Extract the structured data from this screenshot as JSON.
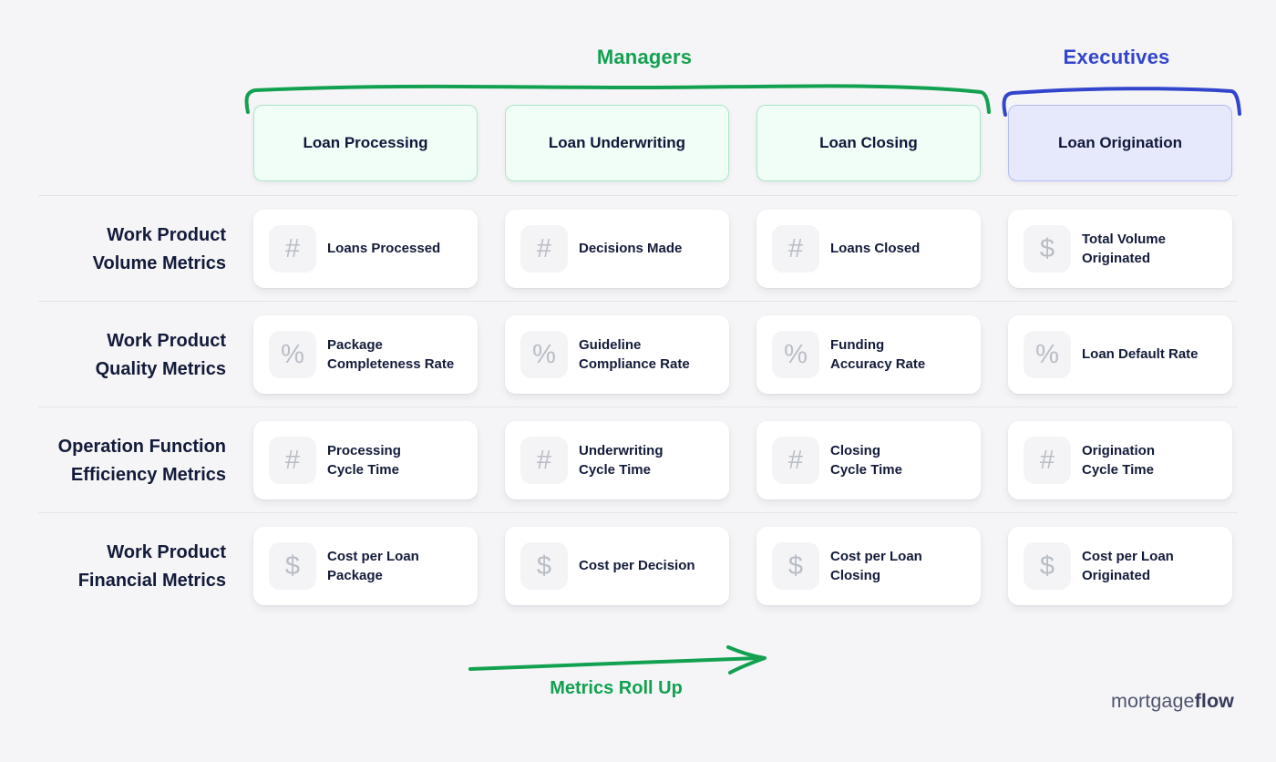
{
  "header": {
    "managers_label": "Managers",
    "executives_label": "Executives"
  },
  "columns": [
    {
      "label": "Loan Processing"
    },
    {
      "label": "Loan Underwriting"
    },
    {
      "label": "Loan Closing"
    },
    {
      "label": "Loan Origination"
    }
  ],
  "rows": [
    {
      "label": "Work Product\nVolume Metrics",
      "cards": [
        {
          "icon": "hash-icon",
          "glyph": "#",
          "label": "Loans Processed"
        },
        {
          "icon": "hash-icon",
          "glyph": "#",
          "label": "Decisions Made"
        },
        {
          "icon": "hash-icon",
          "glyph": "#",
          "label": "Loans Closed"
        },
        {
          "icon": "dollar-icon",
          "glyph": "$",
          "label": "Total Volume\nOriginated"
        }
      ]
    },
    {
      "label": "Work Product\nQuality Metrics",
      "cards": [
        {
          "icon": "percent-icon",
          "glyph": "%",
          "label": "Package\nCompleteness Rate"
        },
        {
          "icon": "percent-icon",
          "glyph": "%",
          "label": "Guideline\nCompliance Rate"
        },
        {
          "icon": "percent-icon",
          "glyph": "%",
          "label": "Funding\nAccuracy Rate"
        },
        {
          "icon": "percent-icon",
          "glyph": "%",
          "label": "Loan Default Rate"
        }
      ]
    },
    {
      "label": "Operation Function\nEfficiency Metrics",
      "cards": [
        {
          "icon": "hash-icon",
          "glyph": "#",
          "label": "Processing\nCycle Time"
        },
        {
          "icon": "hash-icon",
          "glyph": "#",
          "label": "Underwriting\nCycle Time"
        },
        {
          "icon": "hash-icon",
          "glyph": "#",
          "label": "Closing\nCycle Time"
        },
        {
          "icon": "hash-icon",
          "glyph": "#",
          "label": "Origination\nCycle Time"
        }
      ]
    },
    {
      "label": "Work Product\nFinancial Metrics",
      "cards": [
        {
          "icon": "dollar-icon",
          "glyph": "$",
          "label": "Cost per Loan\nPackage"
        },
        {
          "icon": "dollar-icon",
          "glyph": "$",
          "label": "Cost per Decision"
        },
        {
          "icon": "dollar-icon",
          "glyph": "$",
          "label": "Cost per Loan\nClosing"
        },
        {
          "icon": "dollar-icon",
          "glyph": "$",
          "label": "Cost per Loan\nOriginated"
        }
      ]
    }
  ],
  "footer": {
    "arrow_label": "Metrics Roll Up"
  },
  "brand": {
    "name_regular": "mortgage",
    "name_bold": "flow"
  },
  "colors": {
    "green_accent": "#12a150",
    "blue_accent": "#3345cc",
    "mint_fill": "#f1fdf7",
    "mint_border": "#a9e7c8",
    "lavender_fill": "#e6e9fb",
    "lavender_border": "#b5bdf5",
    "navy_text": "#131b3a",
    "background": "#f5f5f7"
  }
}
